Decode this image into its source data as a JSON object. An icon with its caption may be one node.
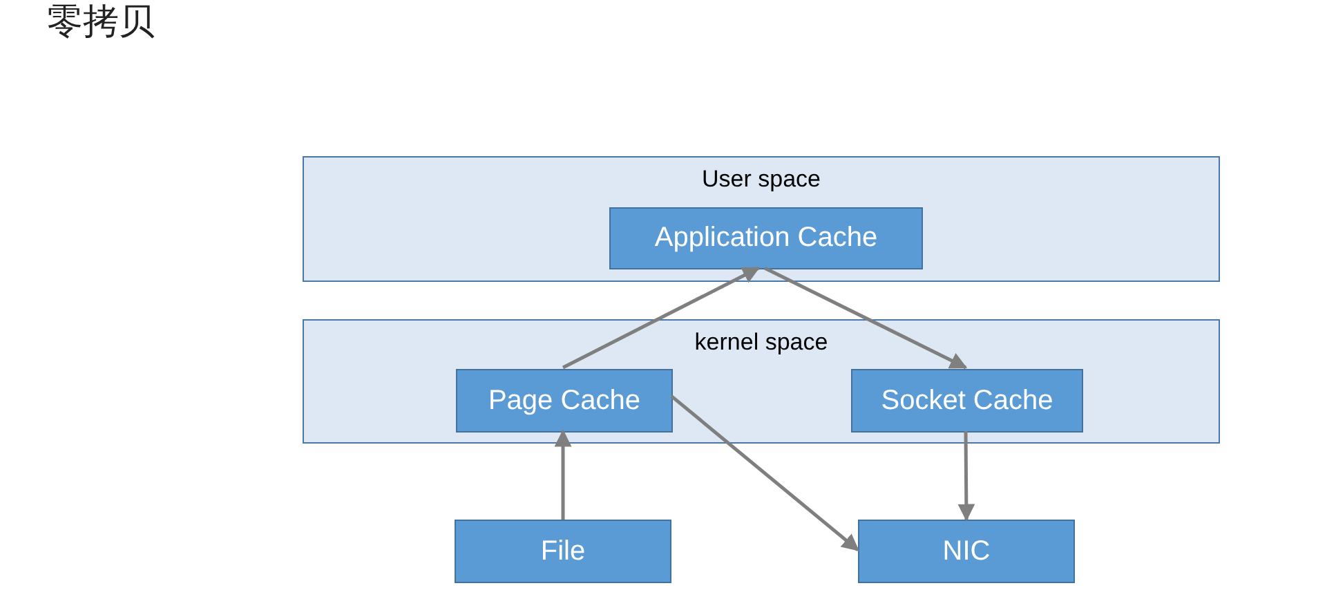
{
  "diagram": {
    "title": "零拷贝",
    "nodes": [
      {
        "text": [
          "User space"
        ]
      },
      {
        "text": [
          "Application Cache"
        ],
        "in": 0
      },
      {
        "text": [
          "kernel space"
        ]
      },
      {
        "text": [
          "Page Cache"
        ],
        "in": 2
      },
      {
        "text": [
          "Socket Cache"
        ],
        "in": 2
      },
      {
        "text": [
          "File"
        ]
      },
      {
        "text": [
          "NIC"
        ]
      }
    ],
    "edges": [
      {
        "from": 3,
        "to": 1,
        "arrow": "to"
      },
      {
        "from": 1,
        "to": 4,
        "arrow": "to"
      },
      {
        "from": 5,
        "to": 3,
        "arrow": "to"
      },
      {
        "from": 3,
        "to": 6,
        "arrow": "to"
      },
      {
        "from": 4,
        "to": 6,
        "arrow": "to"
      }
    ]
  }
}
